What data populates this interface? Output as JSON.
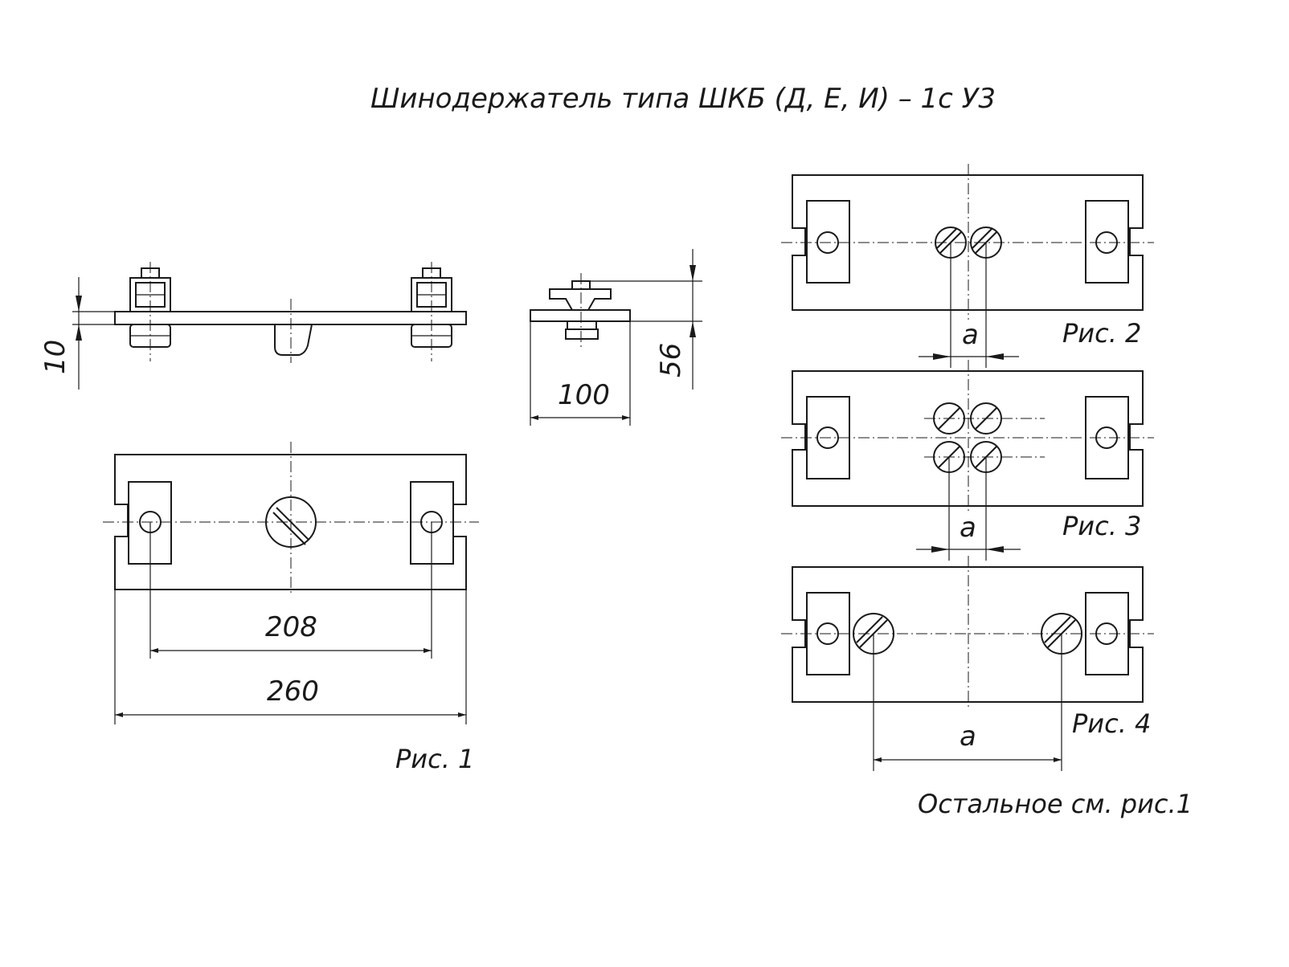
{
  "title": "Шинодержатель типа ШКБ (Д, Е, И) – 1с У3",
  "fig1": {
    "caption": "Рис. 1",
    "dim_thickness": "10",
    "dim_between_holes": "208",
    "dim_length": "260"
  },
  "side_view": {
    "dim_width": "100",
    "dim_height": "56"
  },
  "fig2": {
    "caption": "Рис. 2",
    "dim_spacing": "a"
  },
  "fig3": {
    "caption": "Рис. 3",
    "dim_spacing": "a"
  },
  "fig4": {
    "caption": "Рис. 4",
    "dim_spacing": "a"
  },
  "note": "Остальное см. рис.1"
}
